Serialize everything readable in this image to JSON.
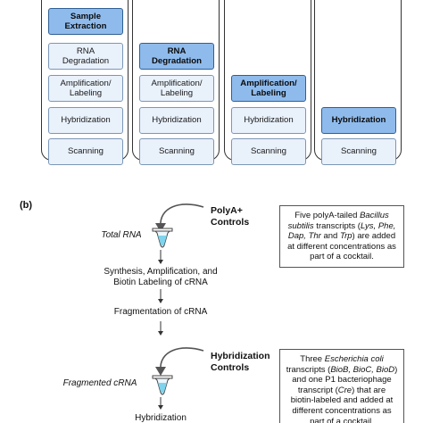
{
  "section_a": {
    "columns": [
      {
        "steps": [
          {
            "lines": [
              "Sample",
              "Extraction"
            ],
            "active": true
          },
          {
            "lines": [
              "RNA",
              "Degradation"
            ],
            "active": false
          },
          {
            "lines": [
              "Amplification/",
              "Labeling"
            ],
            "active": false
          },
          {
            "lines": [
              "Hybridization"
            ],
            "active": false
          },
          {
            "lines": [
              "Scanning"
            ],
            "active": false
          }
        ]
      },
      {
        "steps": [
          {
            "lines": [
              "RNA",
              "Degradation"
            ],
            "active": true
          },
          {
            "lines": [
              "Amplification/",
              "Labeling"
            ],
            "active": false
          },
          {
            "lines": [
              "Hybridization"
            ],
            "active": false
          },
          {
            "lines": [
              "Scanning"
            ],
            "active": false
          }
        ]
      },
      {
        "steps": [
          {
            "lines": [
              "Amplification/",
              "Labeling"
            ],
            "active": true
          },
          {
            "lines": [
              "Hybridization"
            ],
            "active": false
          },
          {
            "lines": [
              "Scanning"
            ],
            "active": false
          }
        ]
      },
      {
        "steps": [
          {
            "lines": [
              "Hybridization"
            ],
            "active": true
          },
          {
            "lines": [
              "Scanning"
            ],
            "active": false
          }
        ]
      }
    ]
  },
  "section_b": {
    "label": "(b)",
    "polya": {
      "title_line1": "PolyA+",
      "title_line2": "Controls",
      "sample": "Total RNA",
      "note_parts": [
        {
          "t": "Five polyA-tailed ",
          "i": false
        },
        {
          "t": "Bacillus subtilis",
          "i": true
        },
        {
          "t": " transcripts (",
          "i": false
        },
        {
          "t": "Lys, Phe, Dap, Thr",
          "i": true
        },
        {
          "t": " and ",
          "i": false
        },
        {
          "t": "Trp",
          "i": true
        },
        {
          "t": ") are added at different concentrations as part of a cocktail.",
          "i": false
        }
      ]
    },
    "steps": {
      "synthesis_line1": "Synthesis, Amplification, and",
      "synthesis_line2": "Biotin Labeling of cRNA",
      "fragmentation": "Fragmentation of cRNA",
      "hybridization": "Hybridization"
    },
    "hyb": {
      "title_line1": "Hybridization",
      "title_line2": "Controls",
      "sample": "Fragmented cRNA",
      "note_parts": [
        {
          "t": "Three ",
          "i": false
        },
        {
          "t": "Escherichia coli",
          "i": true
        },
        {
          "t": " transcripts (",
          "i": false
        },
        {
          "t": "BioB, BioC, BioD",
          "i": true
        },
        {
          "t": ") and one P1 bacteriophage transcript (",
          "i": false
        },
        {
          "t": "Cre",
          "i": true
        },
        {
          "t": ") that are biotin-labeled and added at different concentrations as part of a cocktail.",
          "i": false
        }
      ]
    }
  }
}
